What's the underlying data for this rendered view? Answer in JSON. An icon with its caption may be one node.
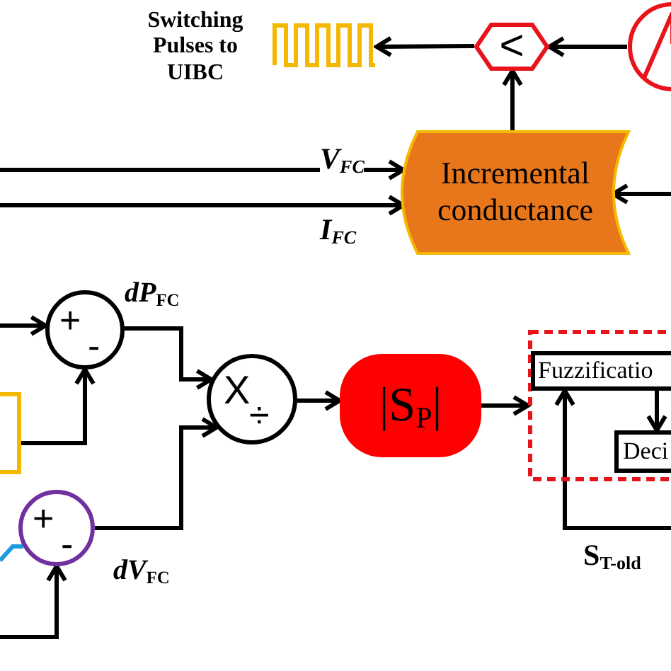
{
  "diagram": {
    "nodes": [
      {
        "text": [],
        "shape": "waveform",
        "beside": [
          "Switching Pulses to UIBC"
        ]
      },
      {
        "text": [
          "<"
        ]
      },
      {
        "text": [],
        "shape": "circle"
      },
      {
        "text": [
          "Incremental conductance"
        ]
      },
      {
        "text": [
          "+",
          "-"
        ],
        "beside": [
          "*dP*$_{FC}$"
        ]
      },
      {
        "text": [],
        "shape": "box"
      },
      {
        "text": [
          "+",
          "-"
        ],
        "beside": [
          "*dV*$_{FC}$"
        ]
      },
      {
        "text": [
          "X",
          "÷"
        ]
      },
      {
        "text": [
          "|S$_{P}$|"
        ]
      },
      {
        "text": [],
        "shape": "box"
      },
      {
        "text": [
          "Fuzzificatio"
        ],
        "in": 9
      },
      {
        "text": [
          "Deci"
        ],
        "in": 9
      }
    ],
    "edges": [
      {
        "from": 2,
        "to": 1,
        "arrow": "to"
      },
      {
        "from": 1,
        "to": 0,
        "arrow": "to"
      },
      {
        "from": 3,
        "to": 1,
        "arrow": "to"
      },
      {
        "from": null,
        "to": 3,
        "arrow": "to",
        "label": "V$_{FC}$"
      },
      {
        "from": null,
        "to": 3,
        "arrow": "to",
        "label": "I$_{FC}$"
      },
      {
        "from": null,
        "to": 3,
        "arrow": "to"
      },
      {
        "from": null,
        "to": 4,
        "arrow": "to"
      },
      {
        "from": 5,
        "to": 4,
        "arrow": "to"
      },
      {
        "from": 4,
        "to": 7,
        "arrow": "to"
      },
      {
        "from": 6,
        "to": 7,
        "arrow": "to"
      },
      {
        "from": null,
        "to": 6,
        "arrow": "to"
      },
      {
        "from": null,
        "to": 6,
        "arrow": "none",
        "color": "#1e9be0"
      },
      {
        "from": 7,
        "to": 8,
        "arrow": "to"
      },
      {
        "from": 8,
        "to": 9,
        "arrow": "to"
      },
      {
        "from": 10,
        "to": 11,
        "arrow": "to"
      },
      {
        "from": null,
        "to": 10,
        "arrow": "to",
        "label": "S$_{T-old}$"
      }
    ]
  }
}
